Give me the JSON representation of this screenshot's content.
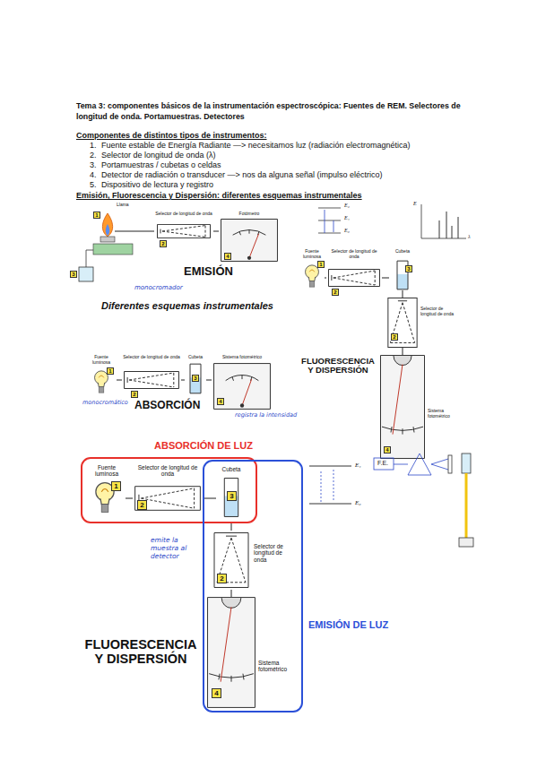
{
  "diagram": {
    "title": "Tema 3: componentes básicos de la instrumentación espectroscópica: Fuentes de REM. Selectores de longitud de onda. Portamuestras. Detectores",
    "nodes": [
      {
        "text": [
          "Llama"
        ]
      },
      {
        "text": [
          "Selector de longitud de onda"
        ]
      },
      {
        "text": [
          "Fotómetro"
        ]
      },
      {
        "text": [
          "Fuente luminosa"
        ]
      },
      {
        "text": [
          "Selector de longitud de onda"
        ]
      },
      {
        "text": [
          "Cubeta"
        ]
      },
      {
        "text": [
          "Selector de longitud de onda"
        ]
      },
      {
        "text": [
          "Sistema fotométrico"
        ]
      },
      {
        "text": [
          "Fuente luminosa"
        ]
      },
      {
        "text": [
          "Selector de longitud de onda"
        ]
      },
      {
        "text": [
          "Cubeta"
        ]
      },
      {
        "text": [
          "Sistema fotométrico"
        ]
      },
      {
        "text": [
          "ABSORCIÓN DE LUZ"
        ]
      },
      {
        "text": [
          "Fuente luminosa"
        ],
        "in": 12
      },
      {
        "text": [
          "Selector de longitud de onda"
        ],
        "in": 12
      },
      {
        "text": [
          "EMISIÓN DE LUZ"
        ]
      },
      {
        "text": [
          "Cubeta"
        ],
        "in": 15
      },
      {
        "text": [
          "Selector de longitud de onda"
        ],
        "in": 15
      },
      {
        "text": [
          "Sistema fotométrico"
        ],
        "in": 15
      }
    ],
    "edges": [
      {
        "from": 0,
        "to": 1,
        "arrow": "none"
      },
      {
        "from": 1,
        "to": 2,
        "arrow": "none"
      },
      {
        "from": 3,
        "to": 4,
        "arrow": "none"
      },
      {
        "from": 4,
        "to": 5,
        "arrow": "none"
      },
      {
        "from": 5,
        "to": 6,
        "arrow": "none"
      },
      {
        "from": 6,
        "to": 7,
        "arrow": "none"
      },
      {
        "from": 8,
        "to": 9,
        "arrow": "none"
      },
      {
        "from": 9,
        "to": 10,
        "arrow": "none"
      },
      {
        "from": 10,
        "to": 11,
        "arrow": "none"
      },
      {
        "from": 13,
        "to": 14,
        "arrow": "none"
      },
      {
        "from": 14,
        "to": 16,
        "arrow": "none"
      },
      {
        "from": 16,
        "to": 17,
        "arrow": "none"
      },
      {
        "from": 17,
        "to": 18,
        "arrow": "none"
      }
    ],
    "labels": [
      "Componentes de distintos tipos de instrumentos:",
      "1.",
      "Fuente estable de Energía Radiante —> necesitamos luz (radiación electromagnética)",
      "2.",
      "Selector de longitud de onda (λ)",
      "3.",
      "Portamuestras / cubetas o celdas",
      "4.",
      "Detector de radiación o transducer —> nos da alguna señal (impulso eléctrico)",
      "5.",
      "Dispositivo de lectura y registro",
      "Emisión, Fluorescencia y Dispersión: diferentes esquemas instrumentales",
      "1",
      "2",
      "3",
      "4",
      "EMISIÓN",
      "monocromador",
      "Diferentes esquemas instrumentales",
      "E₂",
      "E₁",
      "E₀",
      "E",
      "λ",
      "1",
      "2",
      "3",
      "2",
      "4",
      "FLUORESCENCIA Y DISPERSIÓN",
      "1",
      "2",
      "3",
      "4",
      "ABSORCIÓN",
      "monocromático",
      "registra la intensidad",
      "1",
      "2",
      "3",
      "2",
      "4",
      "FLUORESCENCIA Y DISPERSIÓN",
      "emite la muestra al detector",
      "E₁",
      "E₀",
      "F.E."
    ]
  }
}
